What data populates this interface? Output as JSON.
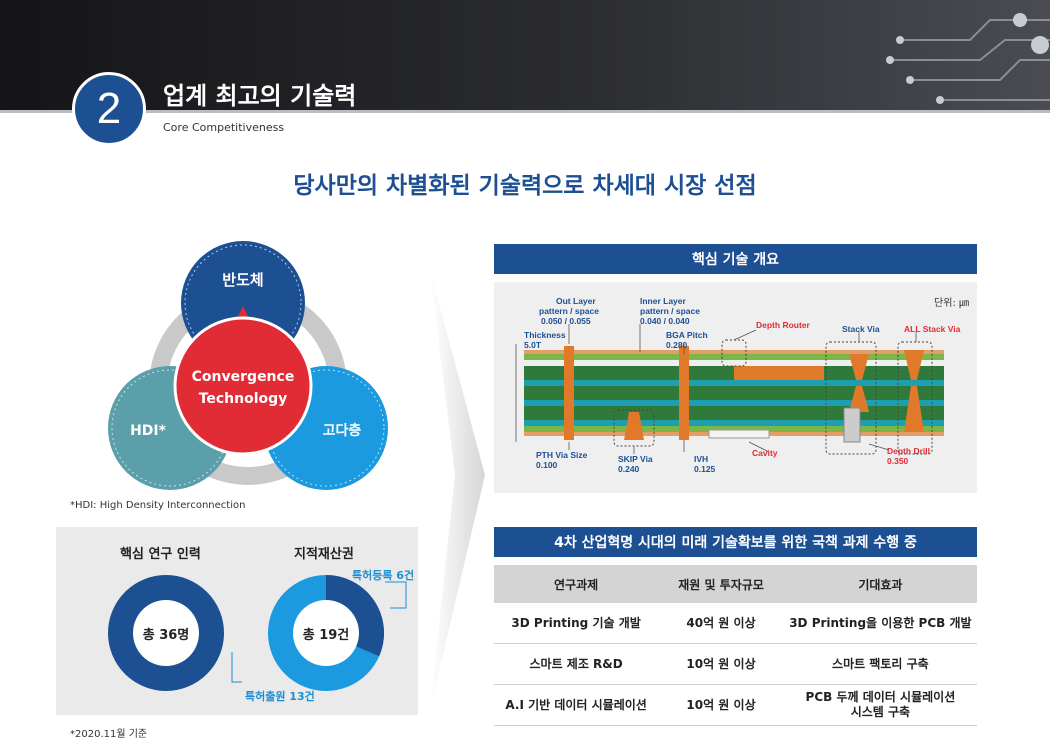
{
  "header": {
    "section_number": "2",
    "title": "업계 최고의 기술력",
    "subtitle": "Core Competitiveness"
  },
  "headline": "당사만의 차별화된 기술력으로 차세대 시장 선점",
  "venn": {
    "top": "반도체",
    "left": "HDI*",
    "right": "고다층",
    "center_line1": "Convergence",
    "center_line2": "Technology",
    "colors": {
      "top": "#1d4f93",
      "left": "#5b9faa",
      "right": "#1b9ae0",
      "center": "#e12c36"
    }
  },
  "hdi_note": "*HDI: High Density Interconnection",
  "resources": {
    "researchers": {
      "title": "핵심 연구 인력",
      "center": "총 36명"
    },
    "ip": {
      "title": "지적재산권",
      "center": "총 19건",
      "registered_label": "특허등록 6건",
      "applied_label": "특허출원 13건",
      "registered": 6,
      "applied": 13
    },
    "date_note": "*2020.11월 기준"
  },
  "tech_overview": {
    "title": "핵심 기술 개요",
    "unit": "단위: ㎛",
    "labels": {
      "out_layer": [
        "Out Layer",
        "pattern / space",
        "0.050 / 0.055"
      ],
      "inner_layer": [
        "Inner Layer",
        "pattern / space",
        "0.040 / 0.040"
      ],
      "bga": [
        "BGA Pitch",
        "0.280"
      ],
      "thickness": [
        "Thickness",
        "5.0T"
      ],
      "depth_router": "Depth Router",
      "stack_via": "Stack Via",
      "all_stack_via": "ALL Stack Via",
      "pth": [
        "PTH Via Size",
        "0.100"
      ],
      "skip": [
        "SKIP Via",
        "0.240"
      ],
      "ivh": [
        "IVH",
        "0.125"
      ],
      "cavity": "Cavity",
      "depth_drill": [
        "Depth Drill",
        "0.350"
      ]
    }
  },
  "projects": {
    "title": "4차 산업혁명 시대의 미래 기술확보를 위한 국책 과제 수행 중",
    "columns": [
      "연구과제",
      "재원 및 투자규모",
      "기대효과"
    ],
    "rows": [
      [
        "3D Printing 기술 개발",
        "40억 원 이상",
        "3D Printing을 이용한 PCB 개발"
      ],
      [
        "스마트 제조 R&D",
        "10억 원 이상",
        "스마트 팩토리 구축"
      ],
      [
        "A.I 기반 데이터 시뮬레이션",
        "10억 원 이상",
        "PCB 두께 데이터 시뮬레이션\n시스템 구축"
      ]
    ]
  }
}
